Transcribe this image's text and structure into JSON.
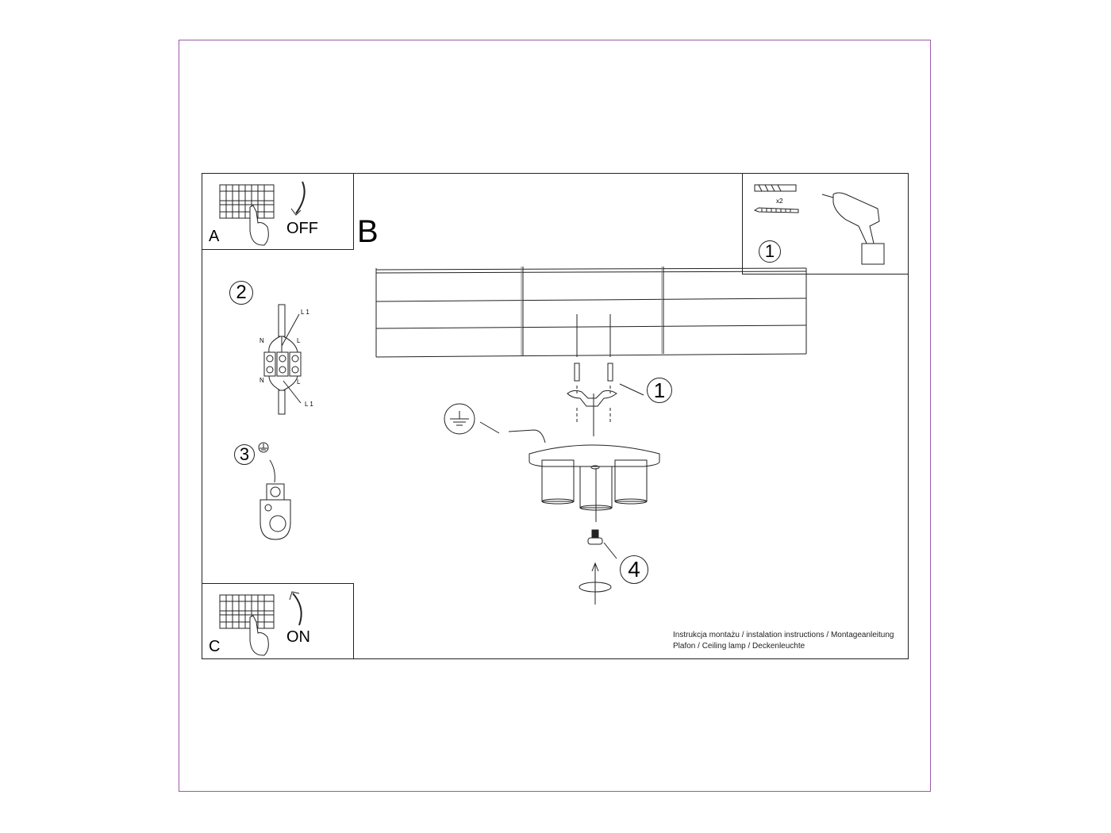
{
  "document": {
    "type": "installation-instructions",
    "footer": {
      "line1": "Instrukcja montażu / instalation instructions / Montageanleitung",
      "line2": "Plafon / Ceiling lamp / Deckenleuchte"
    }
  },
  "steps": {
    "a": {
      "letter": "A",
      "action": "OFF",
      "arrow": "down"
    },
    "b": {
      "letter": "B"
    },
    "c": {
      "letter": "C",
      "action": "ON",
      "arrow": "up"
    }
  },
  "tools_panel": {
    "step_number": "1",
    "quantity": "x2",
    "items": [
      "wall-plug-icon",
      "screw-icon",
      "drill-icon"
    ]
  },
  "wiring": {
    "step_number": "2",
    "labels": {
      "top_l1": "L 1",
      "top_n": "N",
      "top_l": "L",
      "bottom_n": "N",
      "bottom_l": "L",
      "bottom_l1": "L 1"
    }
  },
  "ground": {
    "step_number": "3"
  },
  "main_diagram": {
    "callout_bracket": "1",
    "callout_screw": "4"
  }
}
